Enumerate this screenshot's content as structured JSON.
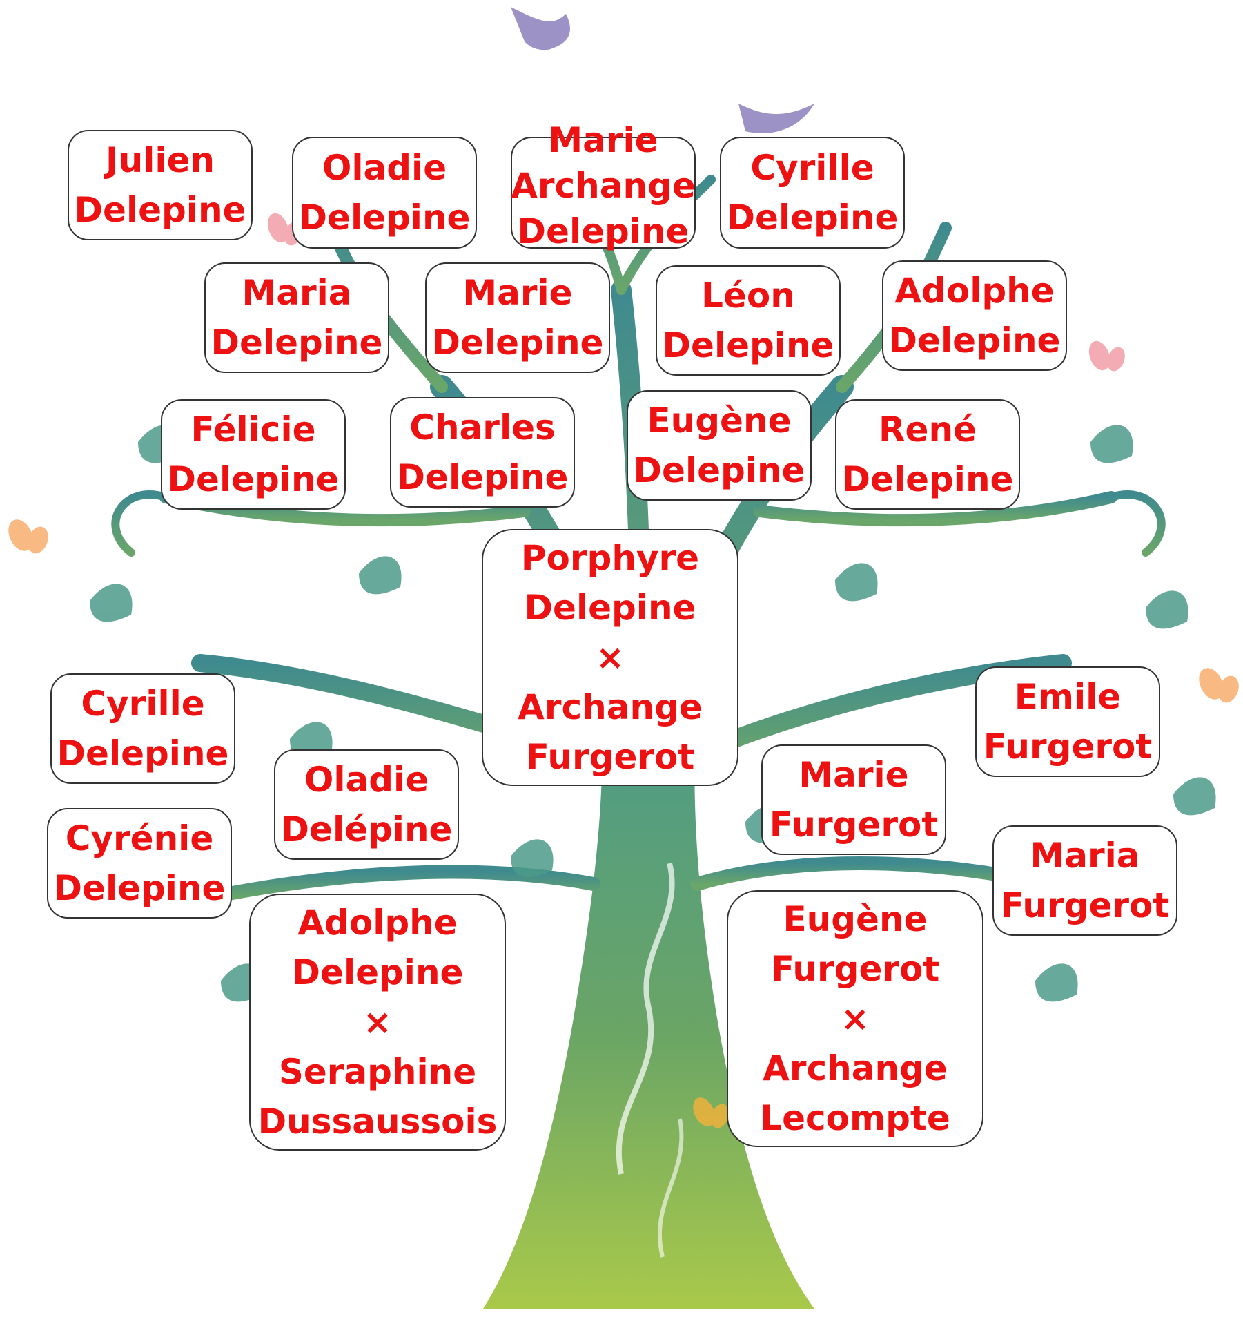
{
  "colors": {
    "name_text": "#ee1111",
    "box_border": "#333333",
    "box_fill": "#ffffff",
    "tree_trunk": "#7fae55",
    "tree_canopy": "#3f8a87",
    "leaf": "#4c9a88",
    "bird": "#8477b8",
    "butterfly_pink": "#f08a95",
    "butterfly_orange": "#f6a25a"
  },
  "decorations": [
    "bird-icon",
    "bird-icon",
    "butterfly-icon",
    "butterfly-icon",
    "butterfly-icon",
    "butterfly-icon",
    "butterfly-icon",
    "leaf-icon"
  ],
  "marriage_symbol": "×",
  "boxes": {
    "julien": [
      "Julien",
      "Delepine"
    ],
    "oladie_top": [
      "Oladie",
      "Delepine"
    ],
    "marie_archange": [
      "Marie",
      "Archange",
      "Delepine"
    ],
    "cyrille_top": [
      "Cyrille",
      "Delepine"
    ],
    "maria_top": [
      "Maria",
      "Delepine"
    ],
    "marie_top": [
      "Marie",
      "Delepine"
    ],
    "leon": [
      "Léon",
      "Delepine"
    ],
    "adolphe_top": [
      "Adolphe",
      "Delepine"
    ],
    "felicie": [
      "Félicie",
      "Delepine"
    ],
    "charles": [
      "Charles",
      "Delepine"
    ],
    "eugene_delepine": [
      "Eugène",
      "Delepine"
    ],
    "rene": [
      "René",
      "Delepine"
    ],
    "porphyre_couple": {
      "spouse1": [
        "Porphyre",
        "Delepine"
      ],
      "spouse2": [
        "Archange",
        "Furgerot"
      ]
    },
    "cyrille_left": [
      "Cyrille",
      "Delepine"
    ],
    "oladie_left": [
      "Oladie",
      "Delépine"
    ],
    "cyrenie": [
      "Cyrénie",
      "Delepine"
    ],
    "adolphe_couple": {
      "spouse1": [
        "Adolphe",
        "Delepine"
      ],
      "spouse2": [
        "Seraphine",
        "Dussaussois"
      ]
    },
    "emile": [
      "Emile",
      "Furgerot"
    ],
    "marie_furgerot": [
      "Marie",
      "Furgerot"
    ],
    "maria_furgerot": [
      "Maria",
      "Furgerot"
    ],
    "eugene_couple": {
      "spouse1": [
        "Eugène",
        "Furgerot"
      ],
      "spouse2": [
        "Archange",
        "Lecompte"
      ]
    }
  }
}
